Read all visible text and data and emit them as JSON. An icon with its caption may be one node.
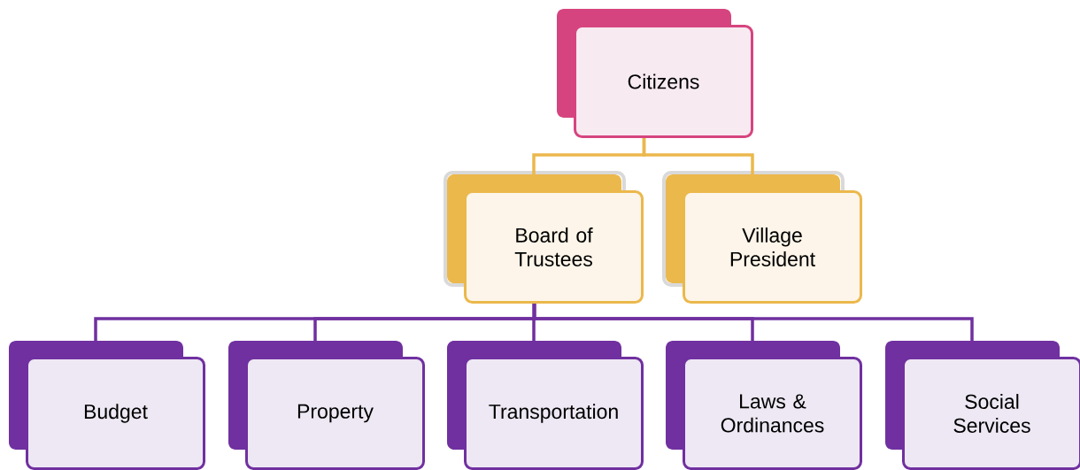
{
  "diagram": {
    "nodes": [
      {
        "text": [
          "Citizens"
        ]
      },
      {
        "text": [
          "Board of Trustees"
        ]
      },
      {
        "text": [
          "Village President"
        ]
      },
      {
        "text": [
          "Budget"
        ]
      },
      {
        "text": [
          "Property"
        ]
      },
      {
        "text": [
          "Transportation"
        ]
      },
      {
        "text": [
          "Laws & Ordinances"
        ]
      },
      {
        "text": [
          "Social Services"
        ]
      }
    ],
    "edges": [
      {
        "from": 0,
        "to": 1,
        "arrow": "none",
        "color": "#ebb84c"
      },
      {
        "from": 0,
        "to": 2,
        "arrow": "none",
        "color": "#ebb84c"
      },
      {
        "from": 1,
        "to": 3,
        "arrow": "none",
        "color": "#7030a0"
      },
      {
        "from": 1,
        "to": 4,
        "arrow": "none",
        "color": "#7030a0"
      },
      {
        "from": 1,
        "to": 5,
        "arrow": "none",
        "color": "#7030a0"
      },
      {
        "from": 1,
        "to": 6,
        "arrow": "none",
        "color": "#7030a0"
      },
      {
        "from": 1,
        "to": 7,
        "arrow": "none",
        "color": "#7030a0"
      }
    ]
  }
}
